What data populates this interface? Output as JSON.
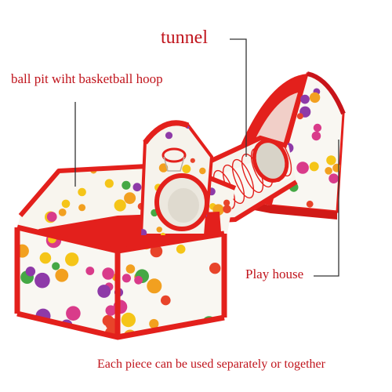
{
  "labels": {
    "tunnel": "tunnel",
    "ball_pit": "ball pit wiht basketball hoop",
    "play_house": "Play house",
    "caption": "Each piece can be used separately or together"
  },
  "colors": {
    "label_text": "#c0141c",
    "tent_red": "#e3201c",
    "fabric_white": "#f9f7f2",
    "mesh": "#efeee8",
    "callout_line": "#333333",
    "dots": [
      "#f5c518",
      "#8e3aa8",
      "#e8442a",
      "#45a845",
      "#f2a020",
      "#d93b8a"
    ]
  },
  "objects": [
    "ball-pit",
    "basketball-hoop",
    "tunnel",
    "play-house"
  ]
}
